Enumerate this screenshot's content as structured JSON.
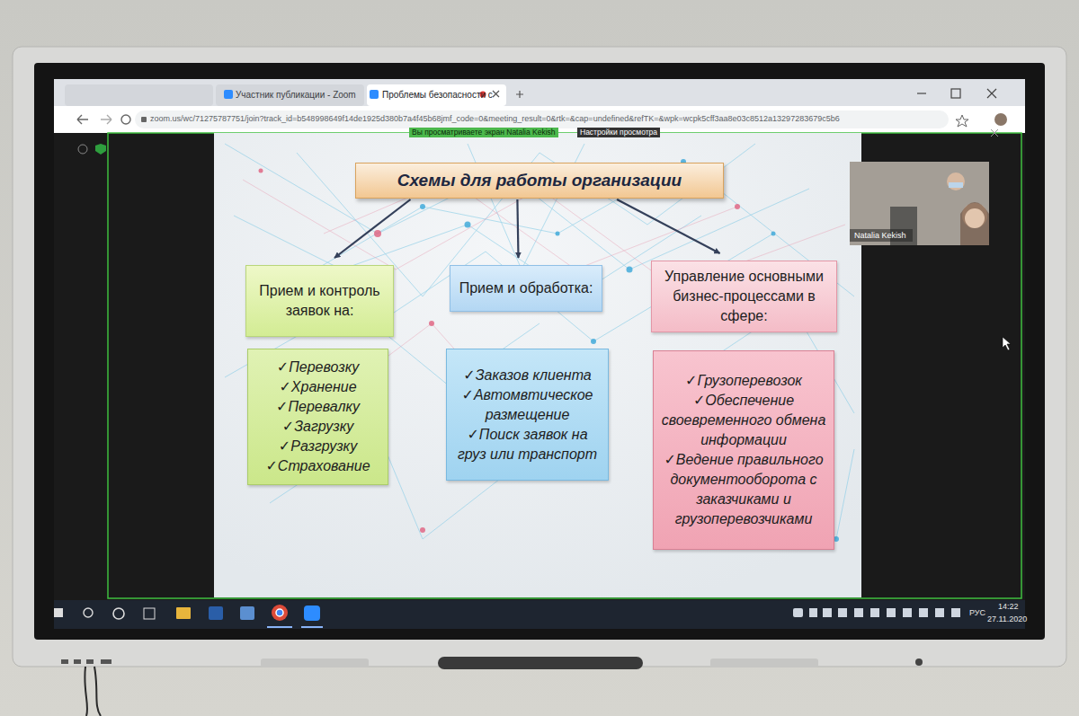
{
  "diagram": {
    "nodes": [
      {
        "text": [
          "Схемы для работы организации"
        ]
      },
      {
        "text": [
          "Прием и контроль заявок на:"
        ]
      },
      {
        "text": [
          "Прием и обработка:"
        ]
      },
      {
        "text": [
          "Управление основными бизнес-процессами в сфере:"
        ]
      },
      {
        "text": [
          "✓Перевозку",
          "✓Хранение",
          "✓Перевалку",
          "✓Загрузку",
          "✓Разгрузку",
          "✓Страхование"
        ]
      },
      {
        "text": [
          "✓Заказов клиента",
          "✓Автомвтическое размещение",
          "✓Поиск заявок на груз или транспорт"
        ]
      },
      {
        "text": [
          "✓Грузоперевозок",
          "✓Обеспечение своевременного обмена информации",
          "✓Ведение правильного документооборота с заказчиками и грузоперевозчиками"
        ]
      }
    ],
    "edges": [
      {
        "from": 0,
        "to": 1,
        "arrow": "to"
      },
      {
        "from": 0,
        "to": 2,
        "arrow": "to"
      },
      {
        "from": 0,
        "to": 3,
        "arrow": "to"
      }
    ],
    "labels": [
      "Участник публикации - Zoom",
      "Проблемы безопасности с",
      "zoom.us/wc/71275787751/join?track_id=b548998649f14de1925d380b7a4f45b68jmf_code=0&meeting_result=0&rtk=&cap=undefined&refTK=&wpk=wcpk5cff3aa8e03c8512a13297283679c5b6",
      "Вы просматриваете экран Natalia Kekish",
      "Настройки просмотра",
      "Natalia Kekish",
      "РУС",
      "14:22",
      "27.11.2020"
    ]
  }
}
